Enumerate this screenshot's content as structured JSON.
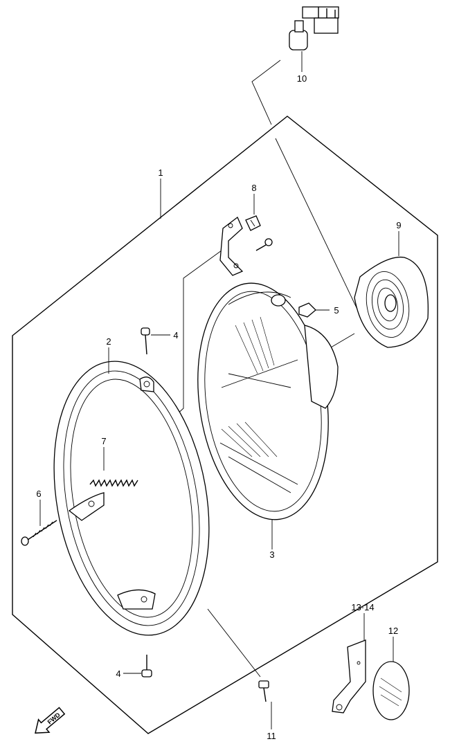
{
  "callouts": [
    {
      "id": "1",
      "label": "1"
    },
    {
      "id": "2",
      "label": "2"
    },
    {
      "id": "3",
      "label": "3"
    },
    {
      "id": "4a",
      "label": "4"
    },
    {
      "id": "4b",
      "label": "4"
    },
    {
      "id": "5",
      "label": "5"
    },
    {
      "id": "6",
      "label": "6"
    },
    {
      "id": "7",
      "label": "7"
    },
    {
      "id": "8",
      "label": "8"
    },
    {
      "id": "9",
      "label": "9"
    },
    {
      "id": "10",
      "label": "10"
    },
    {
      "id": "11",
      "label": "11"
    },
    {
      "id": "12",
      "label": "12"
    },
    {
      "id": "13-14",
      "label": "13·14"
    }
  ],
  "fwd_arrow": {
    "label": "FWD"
  }
}
